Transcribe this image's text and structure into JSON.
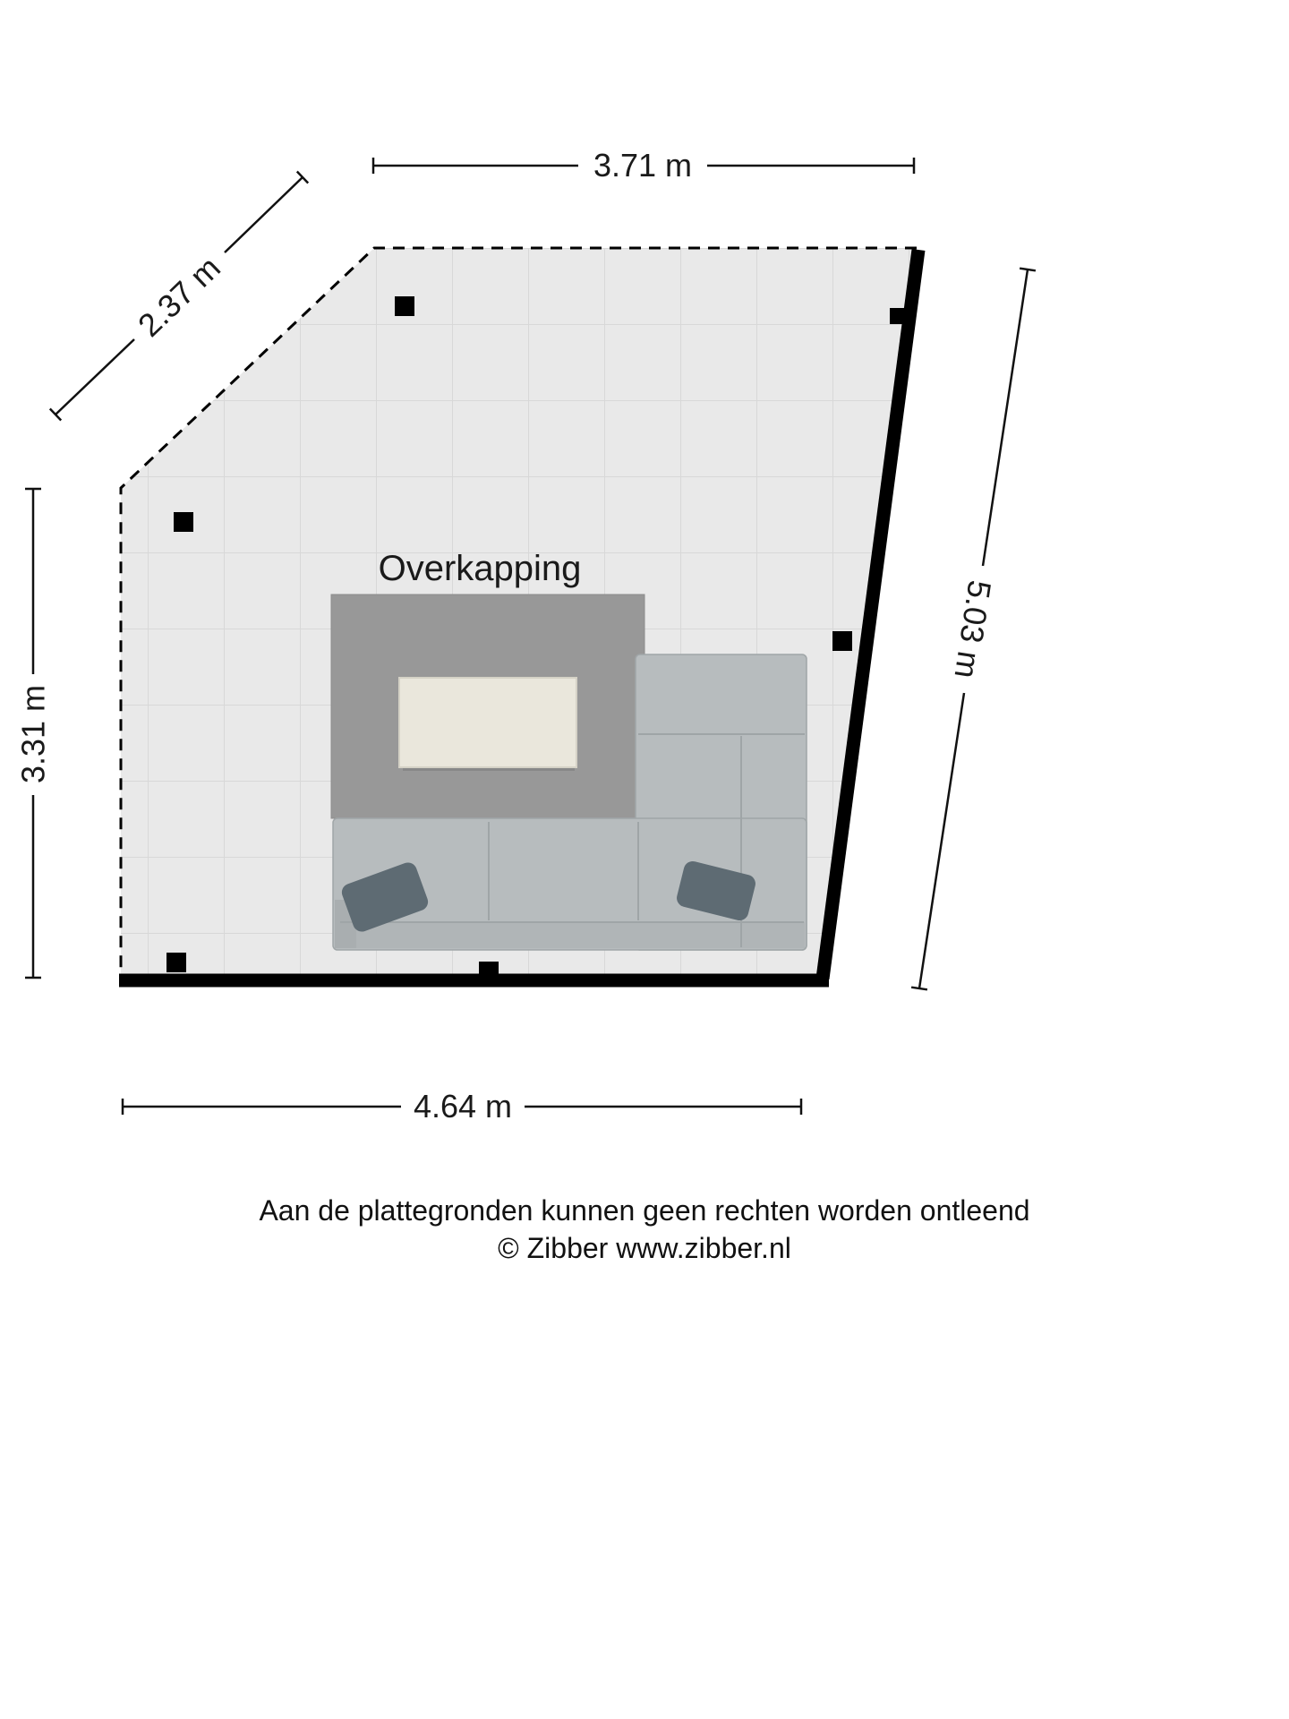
{
  "floorplan": {
    "room_label": "Overkapping",
    "dimensions": {
      "top": "3.71 m",
      "diagonal": "2.37 m",
      "left": "3.31 m",
      "right": "5.03 m",
      "bottom": "4.64 m"
    },
    "colors": {
      "floor": "#e9e9e9",
      "grid": "#d8d8d8",
      "wall": "#000000",
      "rug": "#989898",
      "table": "#eae7dc",
      "sofa": "#b7bcbe",
      "sofa_front": "#b0b5b7",
      "armrest": "#a9aeb0",
      "pillow": "#5e6b73",
      "dimension_line": "#111111",
      "text": "#1a1a1a"
    }
  },
  "footer": {
    "disclaimer": "Aan de plattegronden kunnen geen rechten worden ontleend",
    "copyright": "© Zibber www.zibber.nl"
  }
}
